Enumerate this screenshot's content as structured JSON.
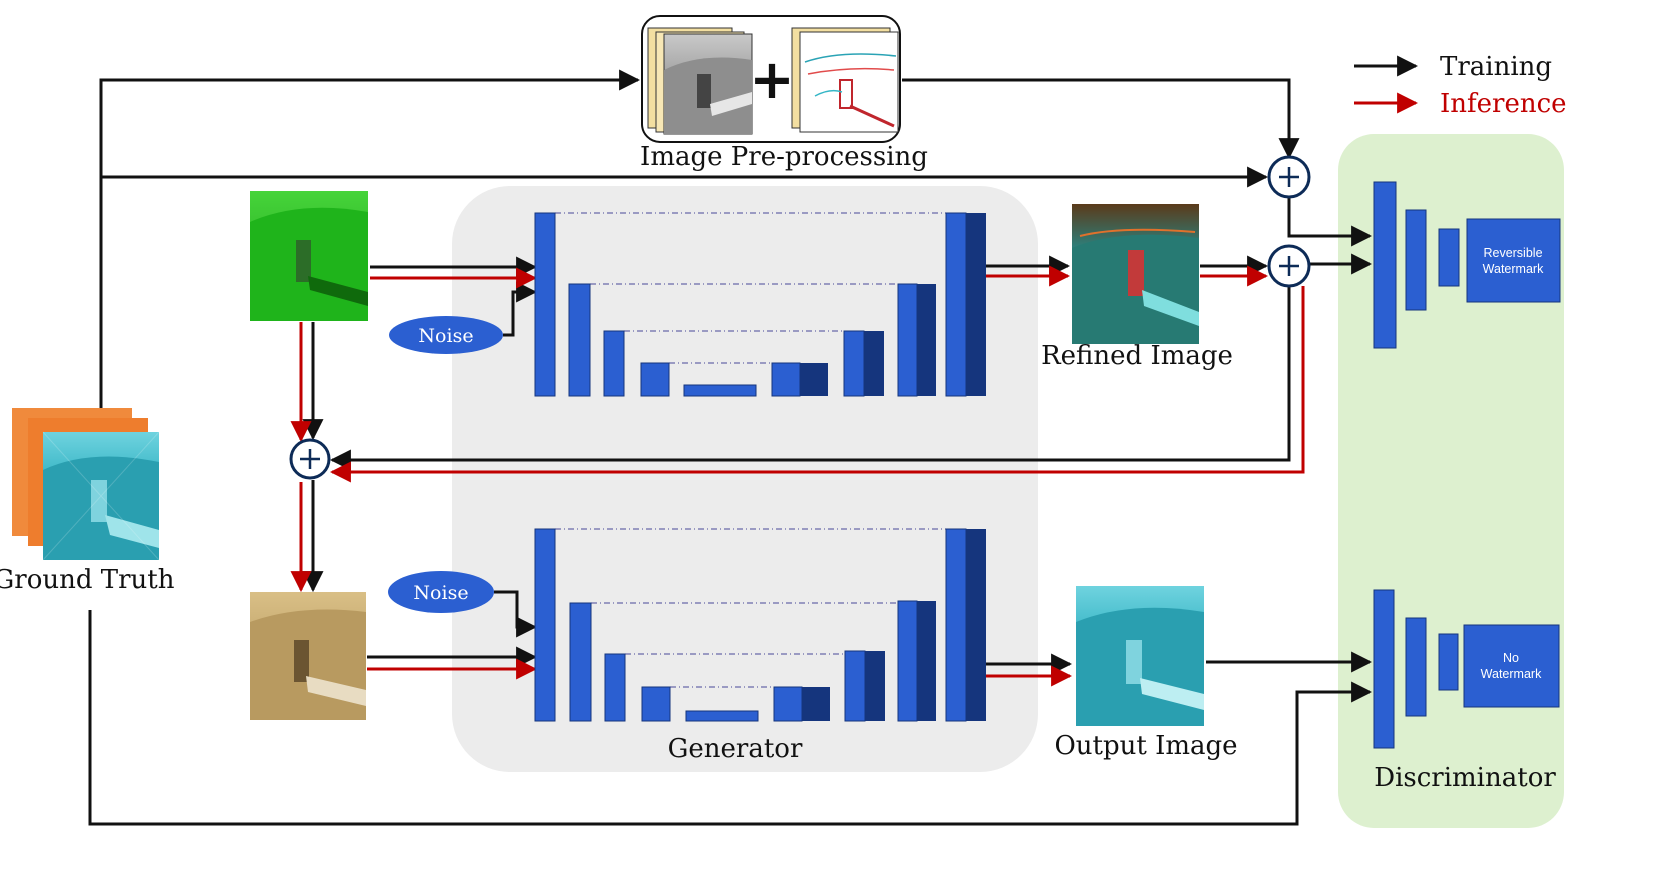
{
  "legend": {
    "training_label": "Training",
    "inference_label": "Inference",
    "training_color": "#111111",
    "inference_color": "#c00000"
  },
  "labels": {
    "image_preprocessing": "Image Pre-processing",
    "ground_truth": "Ground Truth",
    "refined_image": "Refined Image",
    "output_image": "Output Image",
    "generator": "Generator",
    "discriminator": "Discriminator"
  },
  "noise_label": "Noise",
  "plus_symbol": "+",
  "discriminator_top": {
    "label_line1": "Reversible",
    "label_line2": "Watermark"
  },
  "discriminator_bottom": {
    "label_line1": "No",
    "label_line2": "Watermark"
  },
  "colors": {
    "block_blue": "#2b5fd1",
    "block_dark": "#15357d",
    "generator_bg": "#ececec",
    "discriminator_bg": "#ddf0cf",
    "ground_truth_orange": "#f08a3c",
    "water_cyan": "#2ab3c4",
    "green_input": "#25b520",
    "sepia_input": "#c6a76a"
  }
}
